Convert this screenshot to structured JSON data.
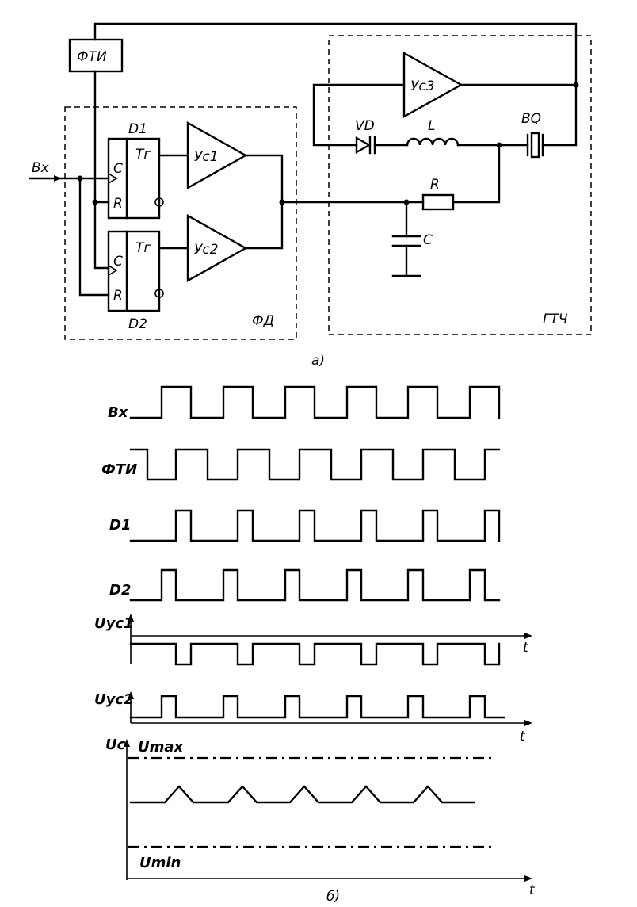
{
  "schematic": {
    "fti_block": "ФТИ",
    "flipflop1": {
      "name": "D1",
      "type": "Тг",
      "clock": "C",
      "reset": "R"
    },
    "flipflop2": {
      "name": "D2",
      "type": "Тг",
      "clock": "C",
      "reset": "R"
    },
    "amplifier1": "Ус1",
    "amplifier2": "Ус2",
    "amplifier3": "Ус3",
    "input": "Вх",
    "phase_detector": "ФД",
    "generator": "ГТЧ",
    "diode": "VD",
    "inductor": "L",
    "crystal": "BQ",
    "resistor": "R",
    "capacitor": "C",
    "caption_a": "а)"
  },
  "timing": {
    "signals": [
      "Вх",
      "ФТИ",
      "D1",
      "D2",
      "Uус1",
      "Uус2"
    ],
    "cap_voltage": "Uс",
    "u_max": "Umax",
    "u_min": "Umin",
    "time_axis": "t",
    "caption_b": "б)"
  }
}
